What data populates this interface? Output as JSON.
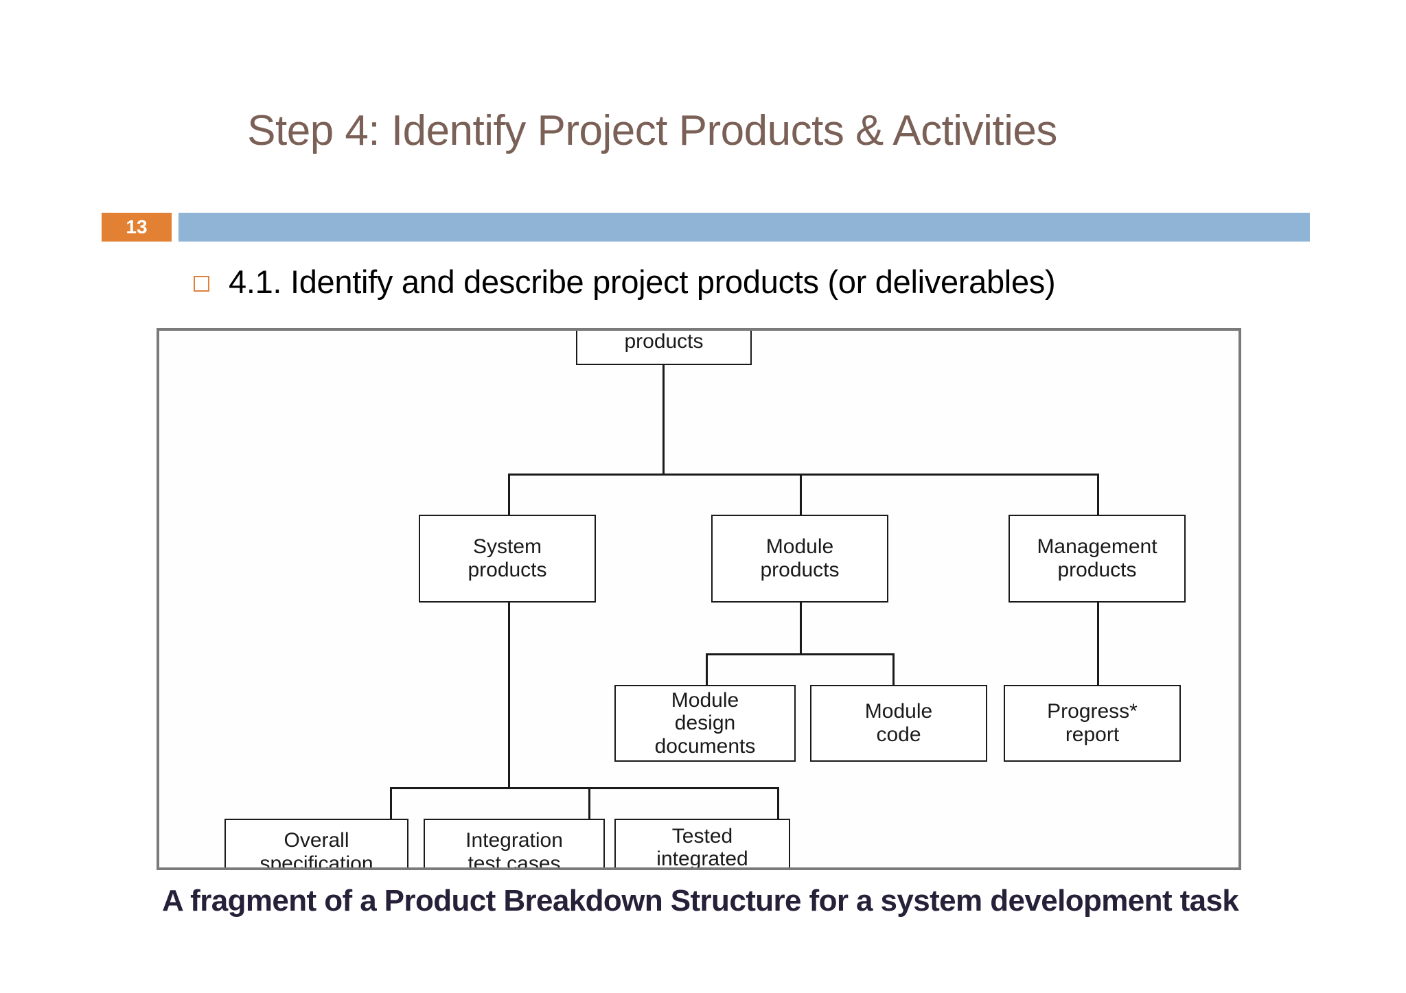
{
  "slide": {
    "title": "Step 4: Identify Project Products & Activities",
    "page_number": "13",
    "title_color": "#7A6056",
    "badge_color": "#E28033",
    "band_color": "#8FB4D5",
    "bullet_marker_color": "#E0813B"
  },
  "body": {
    "bullets": [
      {
        "marker": "hollow-square-bullet",
        "text": "4.1. Identify and describe project products (or deliverables)"
      }
    ]
  },
  "figure": {
    "caption": "A fragment of a Product Breakdown Structure for a system development task",
    "frame_color": "#7A7A7A",
    "nodes": {
      "project_products": "Project\nproducts",
      "system_products": "System\nproducts",
      "module_products": "Module\nproducts",
      "management_products": "Management\nproducts",
      "module_design_documents": "Module\ndesign\ndocuments",
      "module_code": "Module\ncode",
      "progress_report": "Progress*\nreport",
      "overall_specification": "Overall\nspecification",
      "integration_test_cases": "Integration\ntest cases",
      "tested_integrated_software": "Tested\nintegrated\nsoftware"
    },
    "hierarchy": [
      {
        "parent": "Project products",
        "children": [
          "System products",
          "Module products",
          "Management products"
        ]
      },
      {
        "parent": "Module products",
        "children": [
          "Module design documents",
          "Module code"
        ]
      },
      {
        "parent": "Management products",
        "children": [
          "Progress* report"
        ]
      },
      {
        "parent": "System products",
        "children": [
          "Overall specification",
          "Integration test cases",
          "Tested integrated software"
        ]
      }
    ]
  }
}
